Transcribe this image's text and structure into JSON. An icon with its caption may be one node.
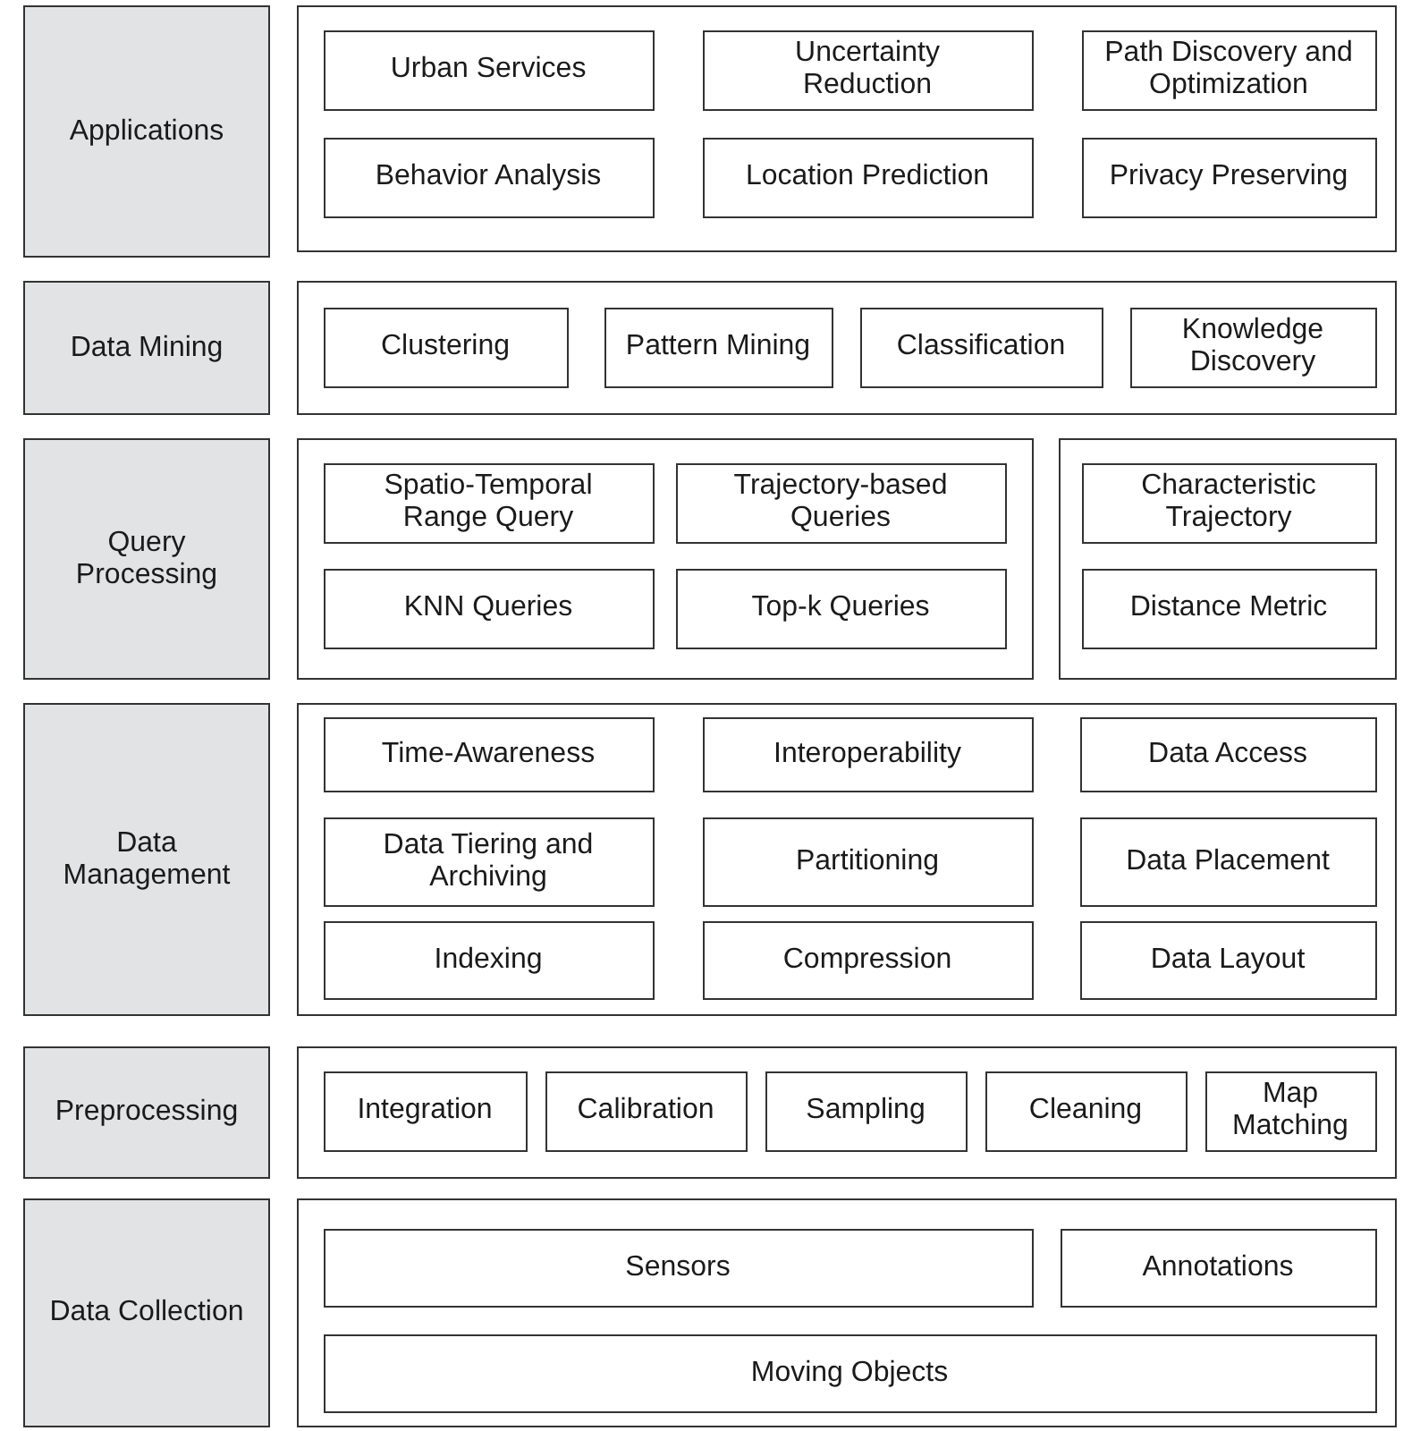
{
  "diagram": {
    "nodes": [
      {
        "text": [
          "Applications"
        ]
      },
      {
        "text": [],
        "shape": "box"
      },
      {
        "text": [
          "Urban Services"
        ],
        "in": 1
      },
      {
        "text": [
          "Uncertainty Reduction"
        ],
        "in": 1
      },
      {
        "text": [
          "Path Discovery and Optimization"
        ],
        "in": 1
      },
      {
        "text": [
          "Behavior Analysis"
        ],
        "in": 1
      },
      {
        "text": [
          "Location Prediction"
        ],
        "in": 1
      },
      {
        "text": [
          "Privacy Preserving"
        ],
        "in": 1
      },
      {
        "text": [
          "Data Mining"
        ]
      },
      {
        "text": [],
        "shape": "box"
      },
      {
        "text": [
          "Clustering"
        ],
        "in": 9
      },
      {
        "text": [
          "Pattern Mining"
        ],
        "in": 9
      },
      {
        "text": [
          "Classification"
        ],
        "in": 9
      },
      {
        "text": [
          "Knowledge Discovery"
        ],
        "in": 9
      },
      {
        "text": [
          "Query Processing"
        ]
      },
      {
        "text": [],
        "shape": "box"
      },
      {
        "text": [
          "Spatio-Temporal Range Query"
        ],
        "in": 15
      },
      {
        "text": [
          "Trajectory-based Queries"
        ],
        "in": 15
      },
      {
        "text": [
          "KNN Queries"
        ],
        "in": 15
      },
      {
        "text": [
          "Top-k Queries"
        ],
        "in": 15
      },
      {
        "text": [],
        "shape": "box"
      },
      {
        "text": [
          "Characteristic Trajectory"
        ],
        "in": 20
      },
      {
        "text": [
          "Distance Metric"
        ],
        "in": 20
      },
      {
        "text": [
          "Data Management"
        ]
      },
      {
        "text": [],
        "shape": "box"
      },
      {
        "text": [
          "Time-Awareness"
        ],
        "in": 24
      },
      {
        "text": [
          "Interoperability"
        ],
        "in": 24
      },
      {
        "text": [
          "Data Access"
        ],
        "in": 24
      },
      {
        "text": [
          "Data Tiering and Archiving"
        ],
        "in": 24
      },
      {
        "text": [
          "Partitioning"
        ],
        "in": 24
      },
      {
        "text": [
          "Data Placement"
        ],
        "in": 24
      },
      {
        "text": [
          "Indexing"
        ],
        "in": 24
      },
      {
        "text": [
          "Compression"
        ],
        "in": 24
      },
      {
        "text": [
          "Data Layout"
        ],
        "in": 24
      },
      {
        "text": [
          "Preprocessing"
        ]
      },
      {
        "text": [],
        "shape": "box"
      },
      {
        "text": [
          "Integration"
        ],
        "in": 35
      },
      {
        "text": [
          "Calibration"
        ],
        "in": 35
      },
      {
        "text": [
          "Sampling"
        ],
        "in": 35
      },
      {
        "text": [
          "Cleaning"
        ],
        "in": 35
      },
      {
        "text": [
          "Map Matching"
        ],
        "in": 35
      },
      {
        "text": [
          "Data Collection"
        ]
      },
      {
        "text": [],
        "shape": "box"
      },
      {
        "text": [
          "Sensors"
        ],
        "in": 42
      },
      {
        "text": [
          "Annotations"
        ],
        "in": 42
      },
      {
        "text": [
          "Moving Objects"
        ],
        "in": 42
      }
    ]
  }
}
